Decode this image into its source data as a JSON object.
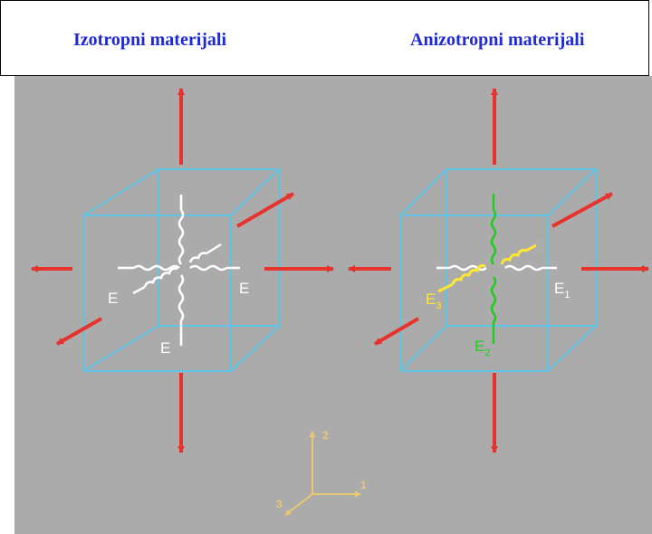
{
  "header": {
    "left_title": "Izotropni materijali",
    "right_title": "Anizotropni materijali"
  },
  "left_cube": {
    "labels": {
      "right": "E",
      "front": "E",
      "bottom": "E"
    }
  },
  "right_cube": {
    "labels": {
      "e1": {
        "main": "E",
        "sub": "1"
      },
      "e2": {
        "main": "E",
        "sub": "2"
      },
      "e3": {
        "main": "E",
        "sub": "3"
      }
    }
  },
  "axes": {
    "x": "1",
    "y": "2",
    "z": "3"
  },
  "colors": {
    "title": "#1f2ad6",
    "background": "#ababab",
    "cube_edge": "#5ec4e6",
    "arrow": "#e8322c",
    "spring_isotropic": "#ffffff",
    "spring_e1": "#ffffff",
    "spring_e2": "#22cc22",
    "spring_e3": "#ffe633",
    "axis": "#e8c870"
  }
}
